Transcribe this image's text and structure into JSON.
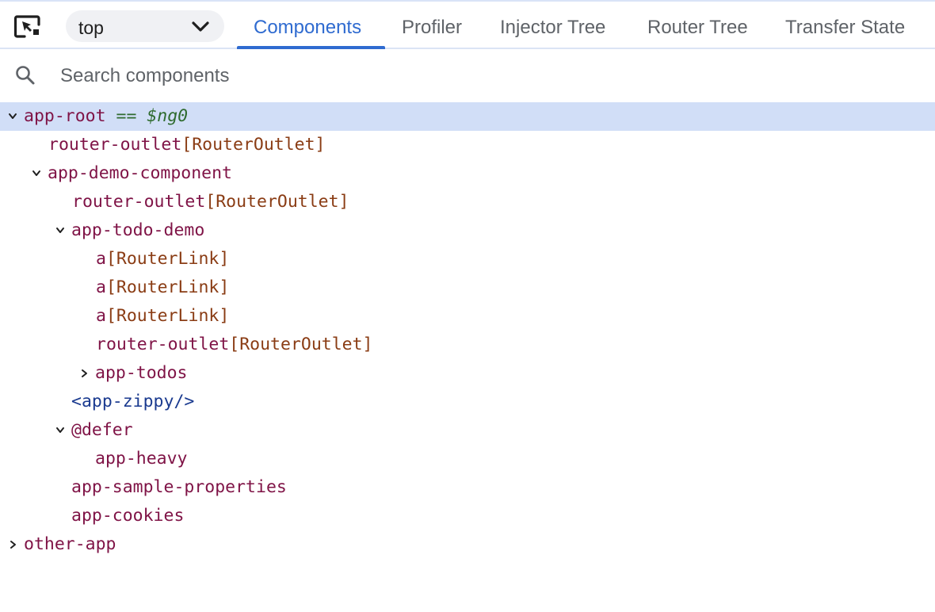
{
  "toolbar": {
    "frame_select": {
      "value": "top"
    },
    "tabs": [
      {
        "label": "Components",
        "active": true
      },
      {
        "label": "Profiler"
      },
      {
        "label": "Injector Tree"
      },
      {
        "label": "Router Tree"
      },
      {
        "label": "Transfer State"
      }
    ]
  },
  "search": {
    "placeholder": "Search components"
  },
  "tree": {
    "nodes": [
      {
        "tag": "app-root",
        "ref_eq": " == ",
        "ref": "$ng0",
        "expanded": true,
        "selected": true
      },
      {
        "tag": "router-outlet",
        "directive": "[RouterOutlet]"
      },
      {
        "tag": "app-demo-component",
        "expanded": true
      },
      {
        "tag": "router-outlet",
        "directive": "[RouterOutlet]"
      },
      {
        "tag": "app-todo-demo",
        "expanded": true
      },
      {
        "tag": "a",
        "directive": "[RouterLink]"
      },
      {
        "tag": "a",
        "directive": "[RouterLink]"
      },
      {
        "tag": "a",
        "directive": "[RouterLink]"
      },
      {
        "tag": "router-outlet",
        "directive": "[RouterOutlet]"
      },
      {
        "tag": "app-todos",
        "expanded": false
      },
      {
        "tag": "<app-zippy/>"
      },
      {
        "tag": "@defer",
        "expanded": true
      },
      {
        "tag": "app-heavy"
      },
      {
        "tag": "app-sample-properties"
      },
      {
        "tag": "app-cookies"
      },
      {
        "tag": "other-app",
        "expanded": false
      }
    ]
  },
  "colors": {
    "accent": "#2f6bd0",
    "selected_row": "#d1def7",
    "tag": "#7f1346",
    "directive": "#8a3c14",
    "ref": "#2f6b2f",
    "hydration_placeholder": "#1a3a8f"
  },
  "icons": [
    "inspect-element-icon",
    "chevron-down-icon",
    "search-icon",
    "expand-arrow-icon",
    "collapse-arrow-icon"
  ]
}
